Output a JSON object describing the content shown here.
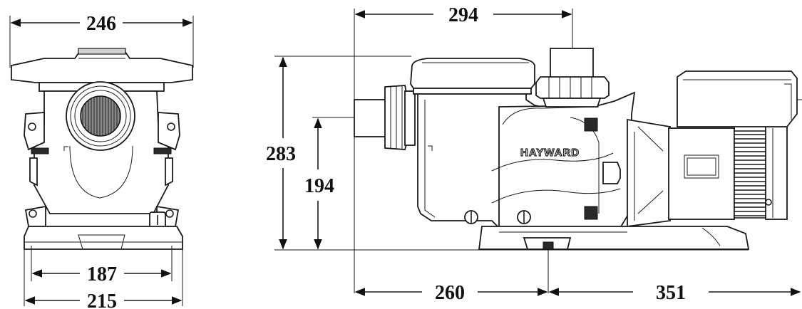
{
  "drawing": {
    "logo_text": "HAYWARD",
    "front_view": {
      "top_width": "246",
      "base_inner_width": "187",
      "base_outer_width": "215"
    },
    "side_view": {
      "top_length": "294",
      "total_height": "283",
      "inlet_height": "194",
      "front_length": "260",
      "rear_length": "351"
    }
  }
}
